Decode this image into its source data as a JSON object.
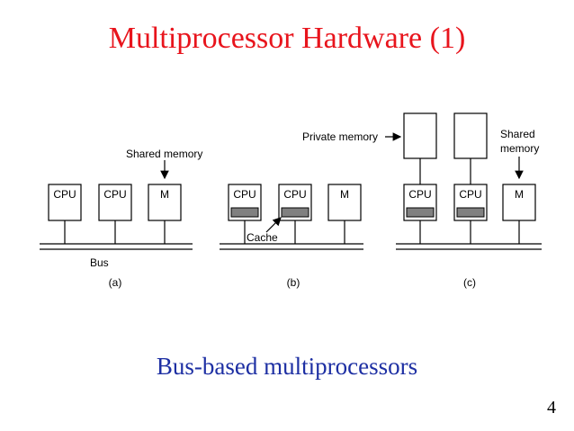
{
  "title": "Multiprocessor Hardware (1)",
  "caption": "Bus-based multiprocessors",
  "page_number": "4",
  "labels": {
    "cpu": "CPU",
    "memory": "M",
    "bus": "Bus",
    "shared_memory": "Shared memory",
    "cache": "Cache",
    "private_memory": "Private memory",
    "shared_memory_c_line1": "Shared",
    "shared_memory_c_line2": "memory"
  },
  "panels": {
    "a": "(a)",
    "b": "(b)",
    "c": "(c)"
  },
  "colors": {
    "title": "#e8141c",
    "caption": "#1d2fa3",
    "cache_fill": "#808080"
  }
}
